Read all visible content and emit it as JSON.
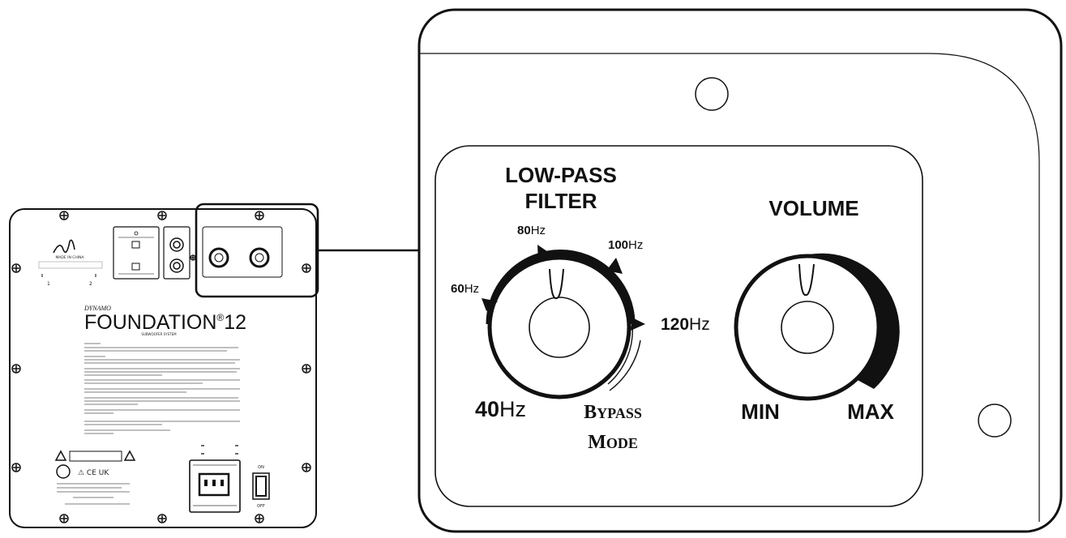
{
  "small_panel": {
    "brand": "DYNAMO",
    "model": "FOUNDATION",
    "model_number": "12",
    "model_sup": "®",
    "tagline": "SUBWOOFER SYSTEM",
    "origin": "MADE IN CHINA"
  },
  "lowpass": {
    "title_line1": "LOW-PASS",
    "title_line2": "FILTER",
    "marks": [
      {
        "num": "40",
        "unit": "Hz"
      },
      {
        "num": "60",
        "unit": "Hz"
      },
      {
        "num": "80",
        "unit": "Hz"
      },
      {
        "num": "100",
        "unit": "Hz"
      },
      {
        "num": "120",
        "unit": "Hz"
      }
    ],
    "bypass_line1_cap": "B",
    "bypass_line1_rest": "YPASS",
    "bypass_line2_cap": "M",
    "bypass_line2_rest": "ODE"
  },
  "volume": {
    "title": "VOLUME",
    "min_label": "MIN",
    "max_label": "MAX"
  },
  "colors": {
    "stroke": "#111111",
    "background": "#ffffff"
  }
}
